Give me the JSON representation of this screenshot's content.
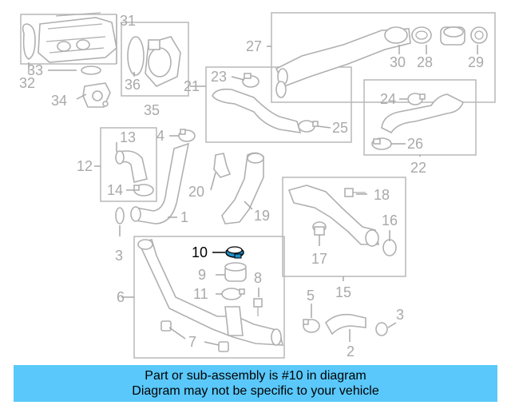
{
  "labels": {
    "l1": "1",
    "l2": "2",
    "l3a": "3",
    "l3b": "3",
    "l4": "4",
    "l5": "5",
    "l6": "6",
    "l7": "7",
    "l8": "8",
    "l9": "9",
    "l10": "10",
    "l11": "11",
    "l12": "12",
    "l13": "13",
    "l14": "14",
    "l15": "15",
    "l16": "16",
    "l17": "17",
    "l18": "18",
    "l19": "19",
    "l20": "20",
    "l21": "21",
    "l22": "22",
    "l23": "23",
    "l24": "24",
    "l25": "25",
    "l26": "26",
    "l27": "27",
    "l28": "28",
    "l29": "29",
    "l30": "30",
    "l31": "31",
    "l32": "32",
    "l33": "33",
    "l34": "34",
    "l35": "35",
    "l36": "36"
  },
  "highlight_part": "10",
  "colors": {
    "highlight": "#1e90c8",
    "banner": "#5ac8fa",
    "parts": "#b0b0b0"
  },
  "banner": {
    "line1": "Part or sub-assembly is #10 in diagram",
    "line2": "Diagram may not be specific to your vehicle"
  }
}
